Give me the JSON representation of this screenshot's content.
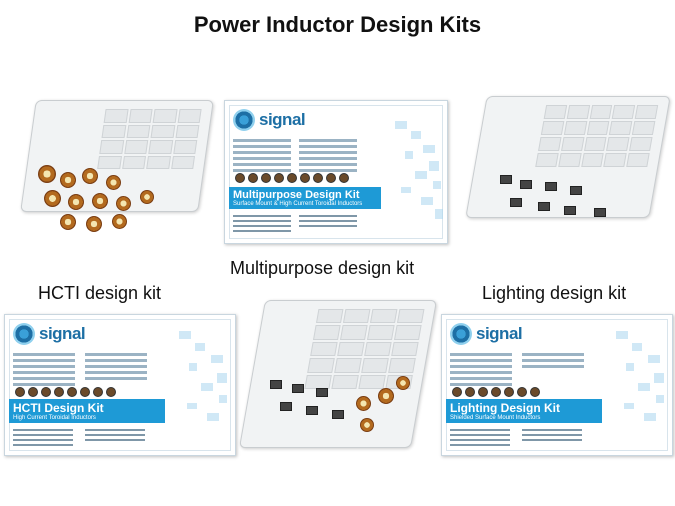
{
  "slide": {
    "title": "Power Inductor Design Kits",
    "captions": {
      "multipurpose": "Multipurpose  design kit",
      "hcti": "HCTI  design kit",
      "lighting": "Lighting design kit"
    }
  },
  "cards": {
    "multipurpose": {
      "logo": "signal",
      "banner_title": "Multipurpose Design Kit",
      "banner_sub": "Surface Mount & High Current Toroidal Inductors"
    },
    "hcti": {
      "logo": "signal",
      "banner_title": "HCTI Design Kit",
      "banner_sub": "High Current Toroidal Inductors"
    },
    "lighting": {
      "logo": "signal",
      "banner_title": "Lighting Design Kit",
      "banner_sub": "Shielded Surface Mount Inductors"
    }
  },
  "colors": {
    "banner": "#1e9ad6",
    "logo": "#1d6fa5",
    "pattern": "#a9d6ee"
  }
}
